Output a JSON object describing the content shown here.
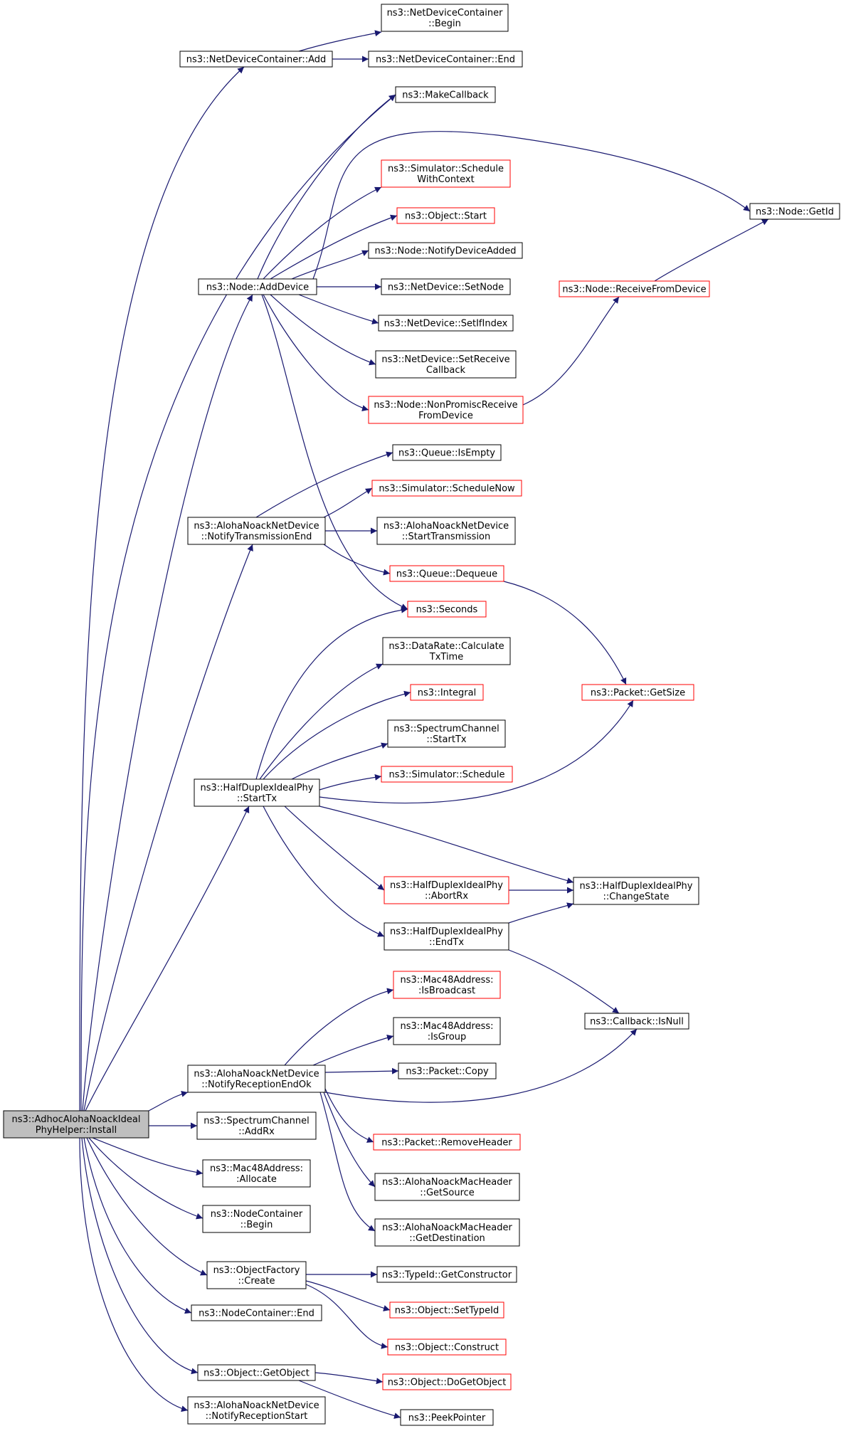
{
  "graph": {
    "colors": {
      "edge": "#191970",
      "normal_border": "#000000",
      "external_border": "#ff0000",
      "root_fill": "#bfbfbf"
    },
    "nodes": [
      {
        "id": "n0",
        "lines": [
          "ns3::AdhocAlohaNoackIdeal",
          "PhyHelper::Install"
        ],
        "style": "root"
      },
      {
        "id": "n1",
        "lines": [
          "ns3::NetDeviceContainer::Add"
        ],
        "style": "normal"
      },
      {
        "id": "n2",
        "lines": [
          "ns3::NetDeviceContainer",
          "::Begin"
        ],
        "style": "normal"
      },
      {
        "id": "n3",
        "lines": [
          "ns3::NetDeviceContainer::End"
        ],
        "style": "normal"
      },
      {
        "id": "n4",
        "lines": [
          "ns3::MakeCallback"
        ],
        "style": "normal"
      },
      {
        "id": "n5",
        "lines": [
          "ns3::Node::AddDevice"
        ],
        "style": "normal"
      },
      {
        "id": "n6",
        "lines": [
          "ns3::Simulator::Schedule",
          "WithContext"
        ],
        "style": "external"
      },
      {
        "id": "n7",
        "lines": [
          "ns3::Object::Start"
        ],
        "style": "external"
      },
      {
        "id": "n8",
        "lines": [
          "ns3::Node::NotifyDeviceAdded"
        ],
        "style": "normal"
      },
      {
        "id": "n9",
        "lines": [
          "ns3::NetDevice::SetNode"
        ],
        "style": "normal"
      },
      {
        "id": "n10",
        "lines": [
          "ns3::NetDevice::SetIfIndex"
        ],
        "style": "normal"
      },
      {
        "id": "n11",
        "lines": [
          "ns3::NetDevice::SetReceive",
          "Callback"
        ],
        "style": "normal"
      },
      {
        "id": "n12",
        "lines": [
          "ns3::Node::NonPromiscReceive",
          "FromDevice"
        ],
        "style": "external"
      },
      {
        "id": "n13",
        "lines": [
          "ns3::Node::GetId"
        ],
        "style": "normal"
      },
      {
        "id": "n14",
        "lines": [
          "ns3::Node::ReceiveFromDevice"
        ],
        "style": "external"
      },
      {
        "id": "n15",
        "lines": [
          "ns3::AlohaNoackNetDevice",
          "::NotifyTransmissionEnd"
        ],
        "style": "normal"
      },
      {
        "id": "n16",
        "lines": [
          "ns3::Queue::IsEmpty"
        ],
        "style": "normal"
      },
      {
        "id": "n17",
        "lines": [
          "ns3::Simulator::ScheduleNow"
        ],
        "style": "external"
      },
      {
        "id": "n18",
        "lines": [
          "ns3::AlohaNoackNetDevice",
          "::StartTransmission"
        ],
        "style": "normal"
      },
      {
        "id": "n19",
        "lines": [
          "ns3::Queue::Dequeue"
        ],
        "style": "external"
      },
      {
        "id": "n20",
        "lines": [
          "ns3::Seconds"
        ],
        "style": "external"
      },
      {
        "id": "n21",
        "lines": [
          "ns3::DataRate::Calculate",
          "TxTime"
        ],
        "style": "normal"
      },
      {
        "id": "n22",
        "lines": [
          "ns3::Integral"
        ],
        "style": "external"
      },
      {
        "id": "n23",
        "lines": [
          "ns3::Packet::GetSize"
        ],
        "style": "external"
      },
      {
        "id": "n24",
        "lines": [
          "ns3::SpectrumChannel",
          "::StartTx"
        ],
        "style": "normal"
      },
      {
        "id": "n25",
        "lines": [
          "ns3::HalfDuplexIdealPhy",
          "::StartTx"
        ],
        "style": "normal"
      },
      {
        "id": "n26",
        "lines": [
          "ns3::Simulator::Schedule"
        ],
        "style": "external"
      },
      {
        "id": "n27",
        "lines": [
          "ns3::HalfDuplexIdealPhy",
          "::AbortRx"
        ],
        "style": "external"
      },
      {
        "id": "n28",
        "lines": [
          "ns3::HalfDuplexIdealPhy",
          "::ChangeState"
        ],
        "style": "normal"
      },
      {
        "id": "n29",
        "lines": [
          "ns3::HalfDuplexIdealPhy",
          "::EndTx"
        ],
        "style": "normal"
      },
      {
        "id": "n30",
        "lines": [
          "ns3::Mac48Address:",
          ":IsBroadcast"
        ],
        "style": "external"
      },
      {
        "id": "n31",
        "lines": [
          "ns3::Mac48Address:",
          ":IsGroup"
        ],
        "style": "normal"
      },
      {
        "id": "n32",
        "lines": [
          "ns3::Callback::IsNull"
        ],
        "style": "normal"
      },
      {
        "id": "n33",
        "lines": [
          "ns3::AlohaNoackNetDevice",
          "::NotifyReceptionEndOk"
        ],
        "style": "normal"
      },
      {
        "id": "n34",
        "lines": [
          "ns3::Packet::Copy"
        ],
        "style": "normal"
      },
      {
        "id": "n35",
        "lines": [
          "ns3::SpectrumChannel",
          "::AddRx"
        ],
        "style": "normal"
      },
      {
        "id": "n36",
        "lines": [
          "ns3::Packet::RemoveHeader"
        ],
        "style": "external"
      },
      {
        "id": "n37",
        "lines": [
          "ns3::Mac48Address:",
          ":Allocate"
        ],
        "style": "normal"
      },
      {
        "id": "n38",
        "lines": [
          "ns3::AlohaNoackMacHeader",
          "::GetSource"
        ],
        "style": "normal"
      },
      {
        "id": "n39",
        "lines": [
          "ns3::NodeContainer",
          "::Begin"
        ],
        "style": "normal"
      },
      {
        "id": "n40",
        "lines": [
          "ns3::AlohaNoackMacHeader",
          "::GetDestination"
        ],
        "style": "normal"
      },
      {
        "id": "n41",
        "lines": [
          "ns3::ObjectFactory",
          "::Create"
        ],
        "style": "normal"
      },
      {
        "id": "n42",
        "lines": [
          "ns3::TypeId::GetConstructor"
        ],
        "style": "normal"
      },
      {
        "id": "n43",
        "lines": [
          "ns3::Object::SetTypeId"
        ],
        "style": "external"
      },
      {
        "id": "n44",
        "lines": [
          "ns3::NodeContainer::End"
        ],
        "style": "normal"
      },
      {
        "id": "n45",
        "lines": [
          "ns3::Object::Construct"
        ],
        "style": "external"
      },
      {
        "id": "n46",
        "lines": [
          "ns3::Object::GetObject"
        ],
        "style": "normal"
      },
      {
        "id": "n47",
        "lines": [
          "ns3::Object::DoGetObject"
        ],
        "style": "external"
      },
      {
        "id": "n48",
        "lines": [
          "ns3::AlohaNoackNetDevice",
          "::NotifyReceptionStart"
        ],
        "style": "normal"
      },
      {
        "id": "n49",
        "lines": [
          "ns3::PeekPointer"
        ],
        "style": "normal"
      }
    ],
    "edges": [
      [
        "n0",
        "n1"
      ],
      [
        "n0",
        "n4"
      ],
      [
        "n0",
        "n5"
      ],
      [
        "n0",
        "n15"
      ],
      [
        "n0",
        "n25"
      ],
      [
        "n0",
        "n33"
      ],
      [
        "n0",
        "n35"
      ],
      [
        "n0",
        "n37"
      ],
      [
        "n0",
        "n39"
      ],
      [
        "n0",
        "n41"
      ],
      [
        "n0",
        "n44"
      ],
      [
        "n0",
        "n46"
      ],
      [
        "n0",
        "n48"
      ],
      [
        "n1",
        "n2"
      ],
      [
        "n1",
        "n3"
      ],
      [
        "n5",
        "n4"
      ],
      [
        "n5",
        "n6"
      ],
      [
        "n5",
        "n7"
      ],
      [
        "n5",
        "n8"
      ],
      [
        "n5",
        "n9"
      ],
      [
        "n5",
        "n10"
      ],
      [
        "n5",
        "n11"
      ],
      [
        "n5",
        "n12"
      ],
      [
        "n5",
        "n13"
      ],
      [
        "n5",
        "n20"
      ],
      [
        "n12",
        "n14"
      ],
      [
        "n14",
        "n13"
      ],
      [
        "n15",
        "n16"
      ],
      [
        "n15",
        "n17"
      ],
      [
        "n15",
        "n18"
      ],
      [
        "n15",
        "n19"
      ],
      [
        "n19",
        "n23"
      ],
      [
        "n25",
        "n20"
      ],
      [
        "n25",
        "n21"
      ],
      [
        "n25",
        "n22"
      ],
      [
        "n25",
        "n24"
      ],
      [
        "n25",
        "n26"
      ],
      [
        "n25",
        "n23"
      ],
      [
        "n25",
        "n27"
      ],
      [
        "n25",
        "n28"
      ],
      [
        "n25",
        "n29"
      ],
      [
        "n27",
        "n28"
      ],
      [
        "n29",
        "n28"
      ],
      [
        "n29",
        "n32"
      ],
      [
        "n33",
        "n30"
      ],
      [
        "n33",
        "n31"
      ],
      [
        "n33",
        "n34"
      ],
      [
        "n33",
        "n32"
      ],
      [
        "n33",
        "n36"
      ],
      [
        "n33",
        "n38"
      ],
      [
        "n33",
        "n40"
      ],
      [
        "n41",
        "n42"
      ],
      [
        "n41",
        "n43"
      ],
      [
        "n41",
        "n45"
      ],
      [
        "n46",
        "n47"
      ],
      [
        "n46",
        "n49"
      ]
    ]
  }
}
